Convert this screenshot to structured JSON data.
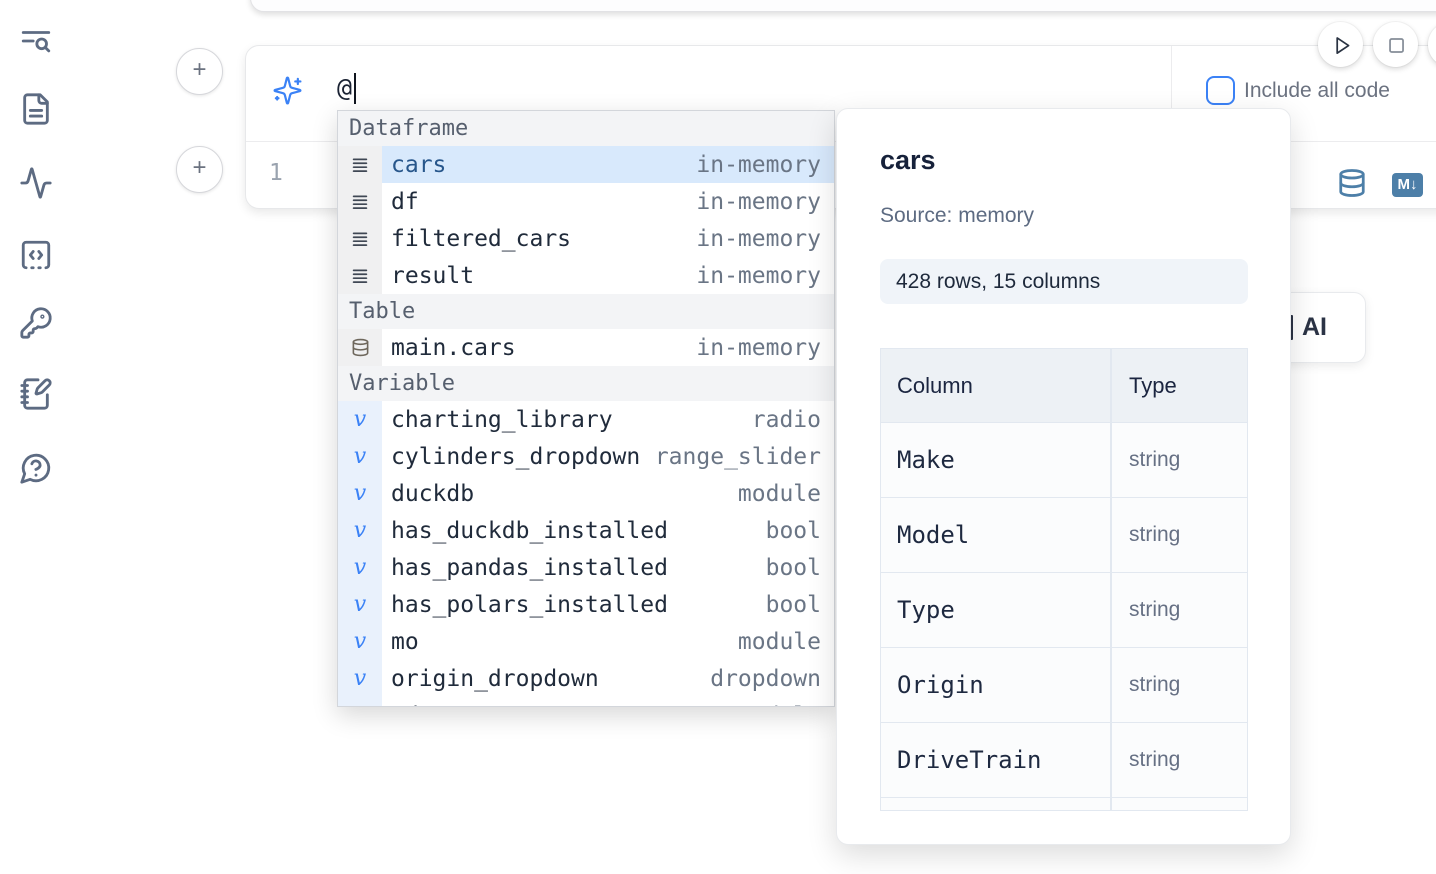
{
  "colors": {
    "accent": "#3b82f6",
    "steel_blue": "#4d7fa8",
    "selected_row_bg": "#d8e9fc",
    "selected_row_text": "#27568b",
    "text_dark": "#202b3b",
    "text_gray": "#6a7585"
  },
  "sidebar": {
    "items": [
      {
        "icon": "toc-search-icon"
      },
      {
        "icon": "file-icon"
      },
      {
        "icon": "activity-icon"
      },
      {
        "icon": "code-square-icon"
      },
      {
        "icon": "key-icon"
      },
      {
        "icon": "notebook-pen-icon"
      },
      {
        "icon": "help-circle-icon"
      }
    ]
  },
  "cell": {
    "ai_prompt": {
      "value": "@"
    },
    "include_all_code": {
      "label": "Include all code",
      "checked": false
    },
    "editor": {
      "line_number": "1"
    },
    "markdown_icon_text": "M↓"
  },
  "autocomplete": {
    "sections": [
      {
        "label": "Dataframe",
        "kind": "dataframe",
        "icon": "rows-icon",
        "items": [
          {
            "name": "cars",
            "meta": "in-memory",
            "selected": true
          },
          {
            "name": "df",
            "meta": "in-memory"
          },
          {
            "name": "filtered_cars",
            "meta": "in-memory"
          },
          {
            "name": "result",
            "meta": "in-memory"
          }
        ]
      },
      {
        "label": "Table",
        "kind": "table",
        "icon": "database-icon",
        "items": [
          {
            "name": "main.cars",
            "meta": "in-memory"
          }
        ]
      },
      {
        "label": "Variable",
        "kind": "variable",
        "icon": "variable-icon",
        "items": [
          {
            "name": "charting_library",
            "meta": "radio"
          },
          {
            "name": "cylinders_dropdown",
            "meta": "range_slider"
          },
          {
            "name": "duckdb",
            "meta": "module"
          },
          {
            "name": "has_duckdb_installed",
            "meta": "bool"
          },
          {
            "name": "has_pandas_installed",
            "meta": "bool"
          },
          {
            "name": "has_polars_installed",
            "meta": "bool"
          },
          {
            "name": "mo",
            "meta": "module"
          },
          {
            "name": "origin_dropdown",
            "meta": "dropdown"
          },
          {
            "name": "pd",
            "meta": "module"
          }
        ]
      }
    ]
  },
  "preview": {
    "title": "cars",
    "source_label": "Source: memory",
    "shape_badge": "428 rows, 15 columns",
    "table": {
      "headers": [
        "Column",
        "Type"
      ],
      "rows": [
        [
          "Make",
          "string"
        ],
        [
          "Model",
          "string"
        ],
        [
          "Type",
          "string"
        ],
        [
          "Origin",
          "string"
        ],
        [
          "DriveTrain",
          "string"
        ]
      ]
    }
  },
  "ai_card": {
    "visible_label": "AI"
  }
}
